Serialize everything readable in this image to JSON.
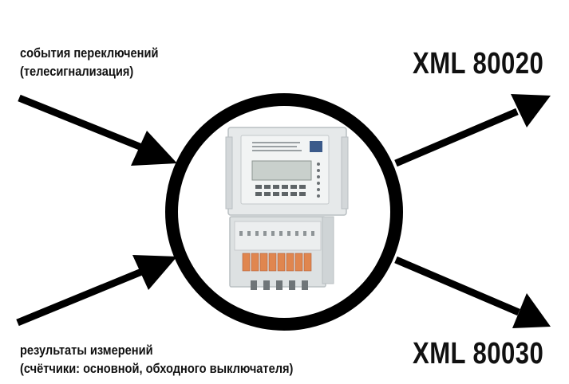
{
  "inputs": {
    "top": {
      "line1": "события переключений",
      "line2": "(телесигнализация)"
    },
    "bottom": {
      "line1": "результаты измерений",
      "line2": "(счётчики: основной, обходного выключателя)"
    }
  },
  "outputs": {
    "top": "XML 80020",
    "bottom": "XML 80030"
  },
  "colors": {
    "ink": "#000000",
    "device_body": "#e6e9ea",
    "device_shadow": "#b9bfc2",
    "terminal_orange": "#e0864f",
    "lcd": "#c9d0cc"
  },
  "icons": {
    "center": "metering-controller-device-icon"
  }
}
